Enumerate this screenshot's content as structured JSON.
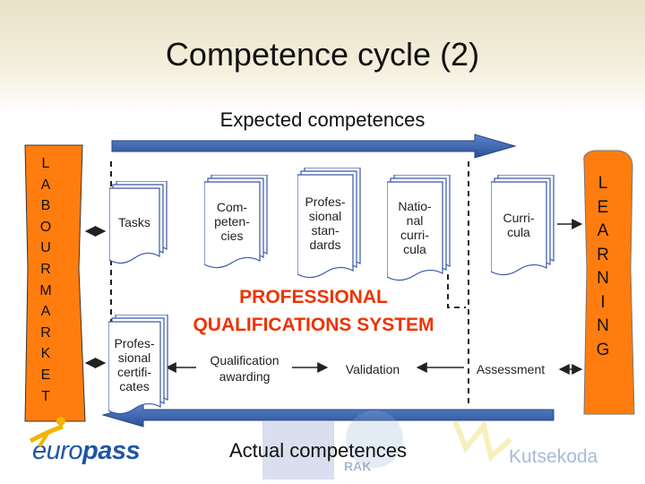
{
  "slide": {
    "title": "Competence cycle (2)",
    "expected_label": "Expected competences",
    "actual_label": "Actual competences",
    "center_title_line1": "PROFESSIONAL",
    "center_title_line2": "QUALIFICATIONS SYSTEM"
  },
  "left_column": {
    "letters": [
      "L",
      "A",
      "B",
      "O",
      "U",
      "R",
      "M",
      "A",
      "R",
      "K",
      "E",
      "T"
    ]
  },
  "right_column": {
    "letters": [
      "L",
      "E",
      "A",
      "R",
      "N",
      "I",
      "N",
      "G"
    ]
  },
  "top_row": [
    {
      "lines": [
        "Tasks"
      ]
    },
    {
      "lines": [
        "Com-",
        "peten-",
        "cies"
      ]
    },
    {
      "lines": [
        "Profes-",
        "sional",
        "stan-",
        "dards"
      ]
    },
    {
      "lines": [
        "Natio-",
        "nal",
        "curri-",
        "cula"
      ]
    },
    {
      "lines": [
        "Curri-",
        "cula"
      ]
    }
  ],
  "bottom_row": [
    {
      "lines": [
        "Profes-",
        "sional",
        "certifi-",
        "cates"
      ]
    },
    {
      "lines": [
        "Qualification",
        "awarding"
      ]
    },
    {
      "lines": [
        "Validation"
      ]
    },
    {
      "lines": [
        "Assessment"
      ]
    }
  ],
  "logos": {
    "europass_part1": "euro",
    "europass_part2": "pass",
    "kutsekoda": "Kutsekoda",
    "rak": "RAK"
  },
  "colors": {
    "arrow_fill": "#3a66b0",
    "left_shape": "#ff7d0f",
    "right_shape": "#ff7d0f",
    "pqs_title": "#ee3300",
    "doc_stroke": "#3a56a6"
  }
}
